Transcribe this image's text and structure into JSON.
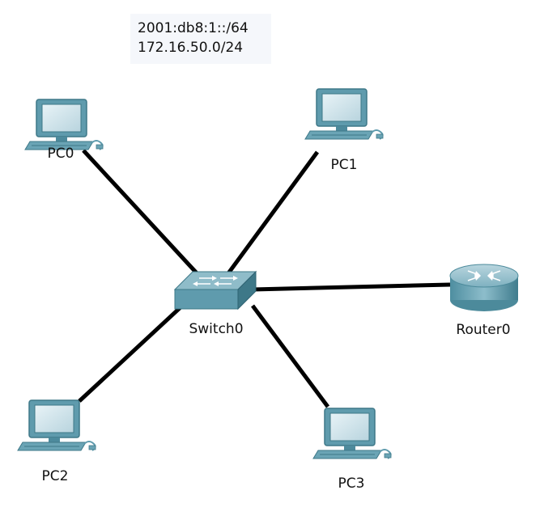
{
  "note": {
    "lines": [
      "2001:db8:1::/64",
      "172.16.50.0/24"
    ]
  },
  "devices": {
    "pc0": {
      "label": "PC0",
      "type": "pc"
    },
    "pc1": {
      "label": "PC1",
      "type": "pc"
    },
    "pc2": {
      "label": "PC2",
      "type": "pc"
    },
    "pc3": {
      "label": "PC3",
      "type": "pc"
    },
    "switch0": {
      "label": "Switch0",
      "type": "switch"
    },
    "router0": {
      "label": "Router0",
      "type": "router"
    }
  },
  "links": [
    {
      "from": "pc0",
      "to": "switch0"
    },
    {
      "from": "pc1",
      "to": "switch0"
    },
    {
      "from": "pc2",
      "to": "switch0"
    },
    {
      "from": "pc3",
      "to": "switch0"
    },
    {
      "from": "router0",
      "to": "switch0"
    }
  ],
  "colors": {
    "link": "#000000",
    "device_body": "#5f9bad",
    "device_dark": "#3e7888",
    "screen": "#d9e9ef"
  }
}
